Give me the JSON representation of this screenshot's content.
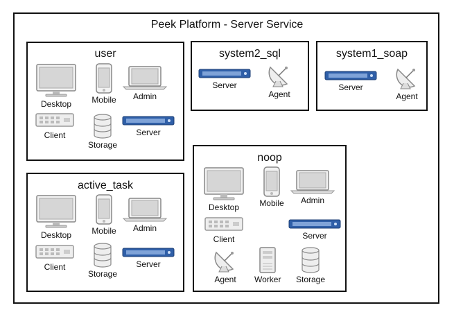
{
  "title": "Peek Platform - Server Service",
  "groups": {
    "user": {
      "title": "user",
      "desktop": "Desktop",
      "mobile": "Mobile",
      "admin": "Admin",
      "client": "Client",
      "storage": "Storage",
      "server": "Server"
    },
    "system2_sql": {
      "title": "system2_sql",
      "server": "Server",
      "agent": "Agent"
    },
    "system1_soap": {
      "title": "system1_soap",
      "server": "Server",
      "agent": "Agent"
    },
    "active_task": {
      "title": "active_task",
      "desktop": "Desktop",
      "mobile": "Mobile",
      "admin": "Admin",
      "client": "Client",
      "storage": "Storage",
      "server": "Server"
    },
    "noop": {
      "title": "noop",
      "desktop": "Desktop",
      "mobile": "Mobile",
      "admin": "Admin",
      "client": "Client",
      "server": "Server",
      "agent": "Agent",
      "worker": "Worker",
      "storage": "Storage"
    }
  },
  "icons": {
    "desktop": "desktop-monitor-icon",
    "mobile": "mobile-phone-icon",
    "admin": "laptop-icon",
    "client": "client-switch-icon",
    "storage": "storage-database-icon",
    "server": "rack-server-icon",
    "agent": "satellite-dish-icon",
    "worker": "worker-tower-icon"
  },
  "colors": {
    "server_blue": "#2f5fa8",
    "line": "#111111",
    "icon_gray": "#9a9a9a"
  }
}
